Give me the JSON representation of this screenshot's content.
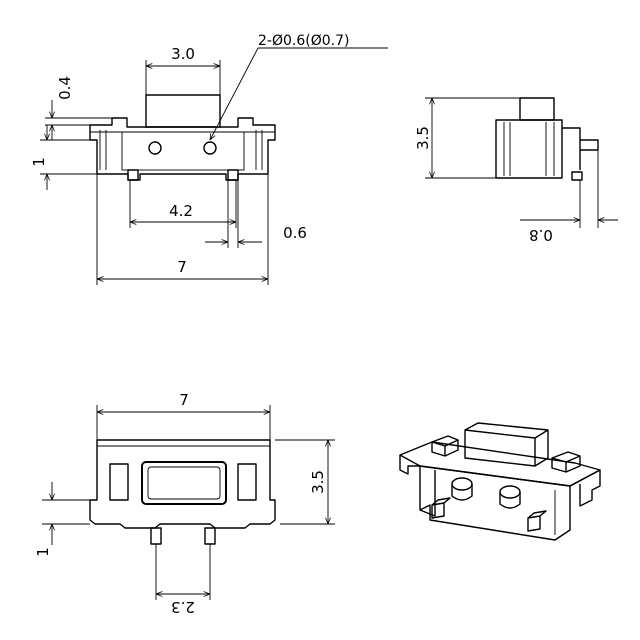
{
  "top_view": {
    "width_total": "7",
    "actuator_width": "3.0",
    "hole_spec": "2-Ø0.6(Ø0.7)",
    "hole_spacing": "4.2",
    "pin_width": "0.6",
    "top_offset": "0.4",
    "left_height": "1"
  },
  "side_view": {
    "height": "3.5",
    "lead_width": "0.8"
  },
  "bottom_view": {
    "width_total": "7",
    "height": "3.5",
    "left_height": "1",
    "pin_spacing": "2.3"
  }
}
